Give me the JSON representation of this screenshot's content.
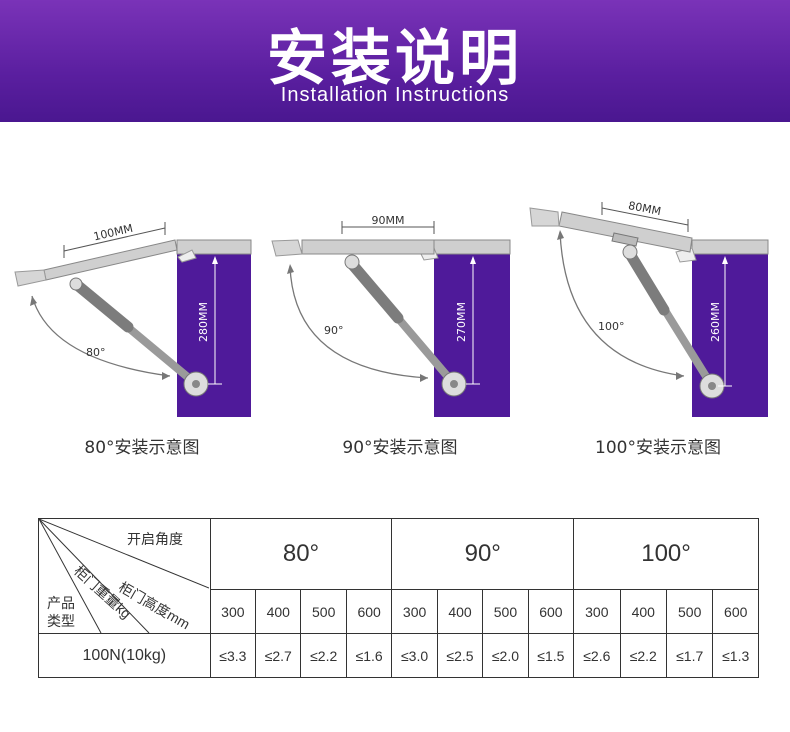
{
  "header": {
    "title": "安装说明",
    "subtitle": "Installation Instructions"
  },
  "diagrams": [
    {
      "top_dim": "100MM",
      "side_dim": "280MM",
      "angle": "80°",
      "caption": "80°安装示意图"
    },
    {
      "top_dim": "90MM",
      "side_dim": "270MM",
      "angle": "90°",
      "caption": "90°安装示意图"
    },
    {
      "top_dim": "80MM",
      "side_dim": "260MM",
      "angle": "100°",
      "caption": "100°安装示意图"
    }
  ],
  "table": {
    "corner": {
      "angle_label": "开启角度",
      "height_label": "柜门高度mm",
      "weight_label": "柜门重量kg",
      "type_label_1": "产品",
      "type_label_2": "类型"
    },
    "angles": [
      "80°",
      "90°",
      "100°"
    ],
    "heights": [
      "300",
      "400",
      "500",
      "600",
      "300",
      "400",
      "500",
      "600",
      "300",
      "400",
      "500",
      "600"
    ],
    "row": {
      "type": "100N(10kg)",
      "values": [
        "≤3.3",
        "≤2.7",
        "≤2.2",
        "≤1.6",
        "≤3.0",
        "≤2.5",
        "≤2.0",
        "≤1.5",
        "≤2.6",
        "≤2.2",
        "≤1.7",
        "≤1.3"
      ]
    }
  },
  "colors": {
    "accent": "#5b1fa0",
    "cabinet": "#4f1a9a",
    "panel": "#c8c8c8"
  }
}
